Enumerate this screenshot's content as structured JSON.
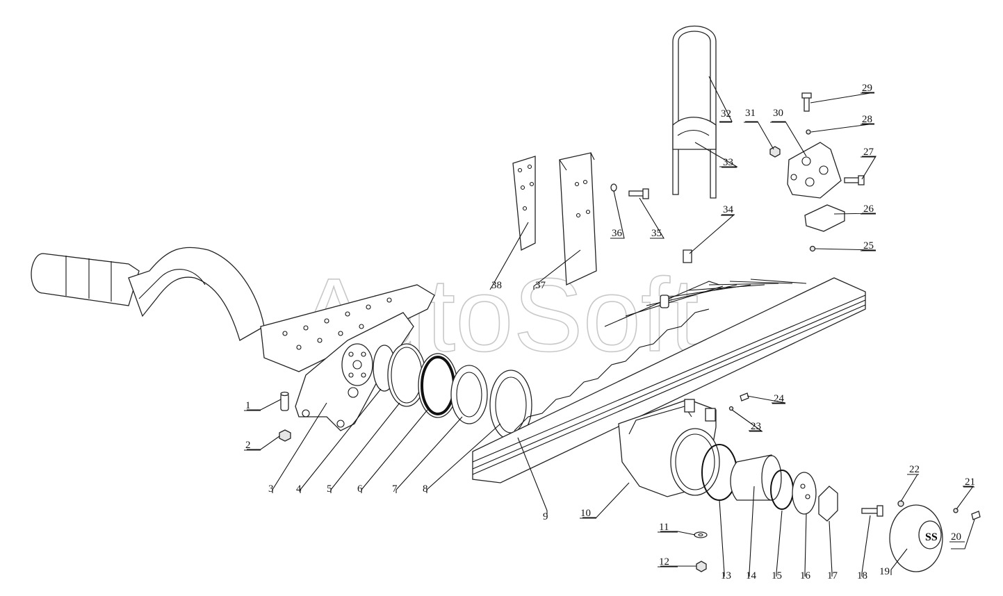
{
  "watermark": "AutoSoft",
  "callouts": [
    "1",
    "2",
    "3",
    "4",
    "5",
    "6",
    "7",
    "8",
    "9",
    "10",
    "11",
    "12",
    "13",
    "14",
    "15",
    "16",
    "17",
    "18",
    "19",
    "20",
    "21",
    "22",
    "23",
    "24",
    "25",
    "26",
    "27",
    "28",
    "29",
    "30",
    "31",
    "32",
    "33",
    "34",
    "35",
    "36",
    "37",
    "38"
  ],
  "colors": {
    "line": "#111111",
    "watermark": "#c8c8c8",
    "background": "#ffffff"
  }
}
